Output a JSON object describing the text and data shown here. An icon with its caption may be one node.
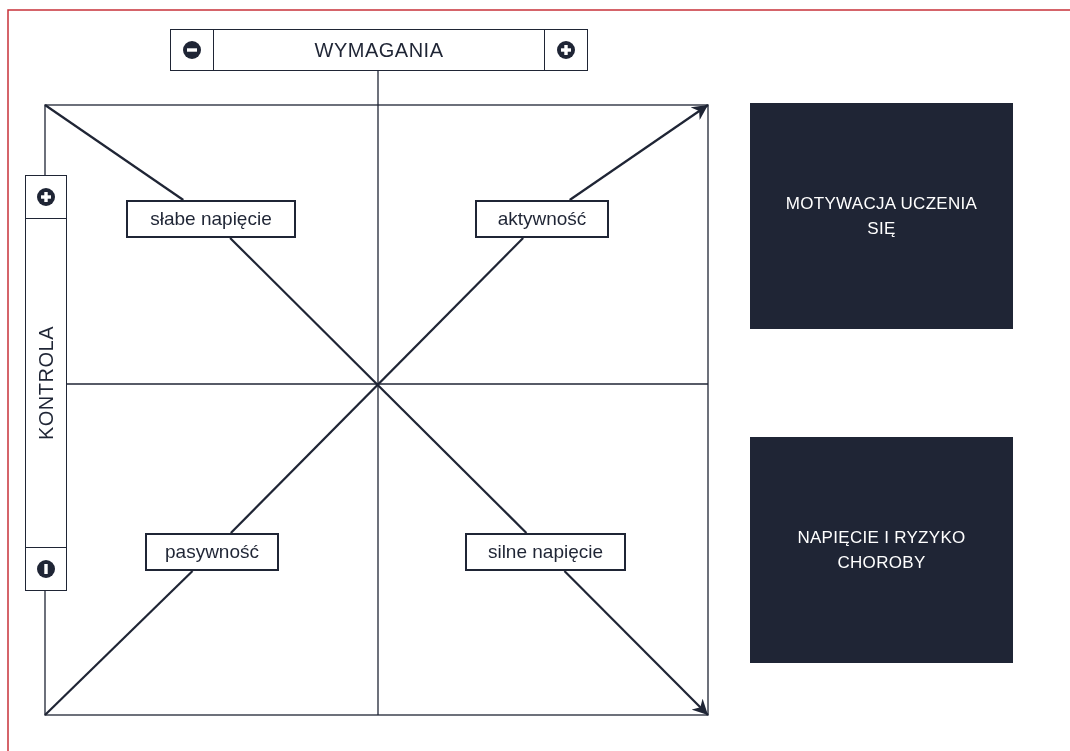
{
  "diagram": {
    "nodes": [
      {
        "text": [
          "WYMAGANIA"
        ]
      },
      {
        "text": [
          "KONTROLA"
        ]
      },
      {
        "text": [
          "słabe napięcie"
        ]
      },
      {
        "text": [
          "aktywność"
        ]
      },
      {
        "text": [
          "MOTYWACJA UCZENIA SIĘ"
        ]
      },
      {
        "text": [
          "pasywność"
        ]
      },
      {
        "text": [
          "silne napięcie"
        ]
      },
      {
        "text": [
          "NAPIĘCIE I RYZYKO CHOROBY"
        ]
      }
    ],
    "edges": [
      {
        "from": null,
        "to": 5,
        "arrow": "none"
      },
      {
        "from": 5,
        "to": 3,
        "arrow": "none"
      },
      {
        "from": 3,
        "to": null,
        "arrow": "to"
      },
      {
        "from": null,
        "to": 2,
        "arrow": "none"
      },
      {
        "from": 2,
        "to": 6,
        "arrow": "none"
      },
      {
        "from": 6,
        "to": null,
        "arrow": "to"
      }
    ]
  }
}
